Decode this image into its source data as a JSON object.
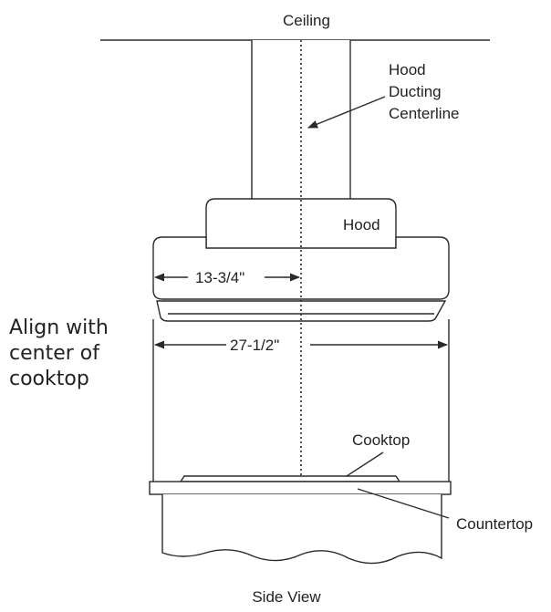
{
  "labels": {
    "ceiling": "Ceiling",
    "ducting_line1": "Hood",
    "ducting_line2": "Ducting",
    "ducting_line3": "Centerline",
    "hood": "Hood",
    "dim_half": "13-3/4\"",
    "dim_full": "27-1/2\"",
    "cooktop": "Cooktop",
    "countertop": "Countertop",
    "view": "Side View"
  },
  "note": {
    "line1": "Align with",
    "line2": "center of",
    "line3": "cooktop"
  },
  "colors": {
    "line": "#2a2a2a",
    "text": "#222222",
    "background": "#ffffff"
  }
}
